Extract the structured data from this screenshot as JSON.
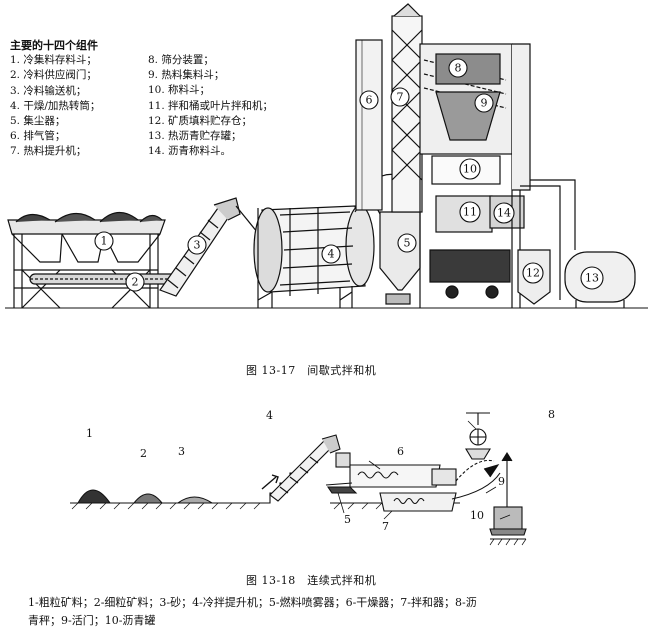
{
  "figure1": {
    "legend_title": "主要的十四个组件",
    "legend_left": [
      "1. 冷集料存料斗；",
      "2. 冷料供应阀门；",
      "3. 冷料输送机；",
      "4. 干燥/加热转筒；",
      "5. 集尘器；",
      "6. 排气管；",
      "7. 热料提升机；"
    ],
    "legend_right": [
      "8. 筛分装置；",
      "9. 热料集料斗；",
      "10. 称料斗；",
      "11. 拌和桶或叶片拌和机；",
      "12. 矿质填料贮存仓；",
      "13. 热沥青贮存罐；",
      "14. 沥青称料斗。"
    ],
    "callouts": [
      "1",
      "2",
      "3",
      "4",
      "5",
      "6",
      "7",
      "8",
      "9",
      "10",
      "11",
      "12",
      "13",
      "14"
    ],
    "caption": "图 13-17　间歇式拌和机"
  },
  "figure2": {
    "labels": [
      "1",
      "2",
      "3",
      "4",
      "5",
      "6",
      "7",
      "8",
      "9",
      "10"
    ],
    "caption": "图 13-18　连续式拌和机",
    "legend_line1": "1-粗粒矿料；2-细粒矿料；3-砂；4-冷拌提升机；5-燃料喷雾器；6-干燥器；7-拌和器；8-沥",
    "legend_line2": "青秤；9-活门；10-沥青罐"
  }
}
